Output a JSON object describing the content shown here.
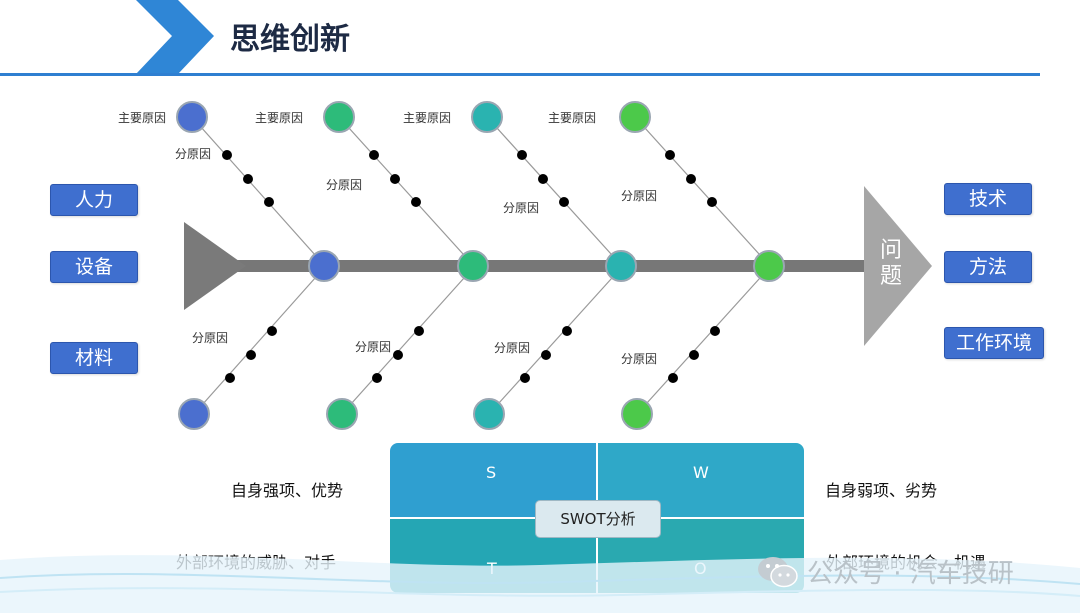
{
  "header": {
    "title": "思维创新"
  },
  "colors": {
    "accent": "#2f7fd1",
    "factor_box": "#3f6fcf",
    "node_blue": "#4b6fcf",
    "node_green": "#2dbb7a",
    "node_teal": "#2ab3b0",
    "node_lime": "#4cc94a",
    "spine": "#777777",
    "head": "#a6a6a6"
  },
  "left_factors": [
    "人力",
    "设备",
    "材料"
  ],
  "right_factors": [
    "技术",
    "方法",
    "工作环境"
  ],
  "fishbone": {
    "head_label": "问题",
    "main_cause_label": "主要原因",
    "sub_cause_label": "分原因"
  },
  "swot": {
    "center_label": "SWOT分析",
    "quadrants": [
      "S",
      "W",
      "T",
      "O"
    ],
    "descriptions": {
      "s": "自身强项、优势",
      "w": "自身弱项、劣势",
      "t": "外部环境的威胁、对手",
      "o": "外部环境的机会、机遇"
    }
  },
  "watermark": {
    "text": "公众号 · 汽车技研",
    "icon": "wechat-icon"
  }
}
